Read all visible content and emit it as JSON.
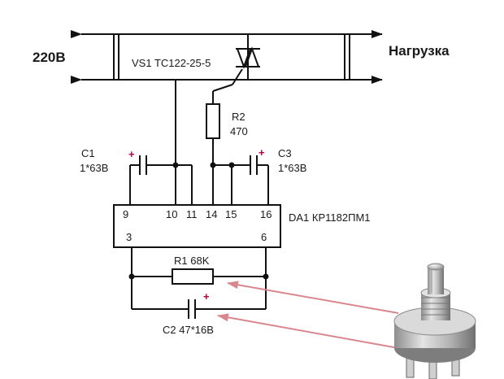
{
  "labels": {
    "input_voltage": "220В",
    "load": "Нагрузка",
    "triac": "VS1 TC122-25-5",
    "r2_name": "R2",
    "r2_value": "470",
    "c1_name": "C1",
    "c1_value": "1*63В",
    "c3_name": "C3",
    "c3_value": "1*63В",
    "ic": "DA1 КР1182ПМ1",
    "r1": "R1 68K",
    "c2": "C2 47*16В",
    "plus": "+"
  },
  "ic_pins": {
    "p9": "9",
    "p10": "10",
    "p11": "11",
    "p14": "14",
    "p15": "15",
    "p16": "16",
    "p3": "3",
    "p6": "6"
  },
  "colors": {
    "wire": "#111111",
    "polarity": "#b4003c",
    "pointer_arrow": "#d9878f"
  },
  "photo_icon": "potentiometer-photo"
}
